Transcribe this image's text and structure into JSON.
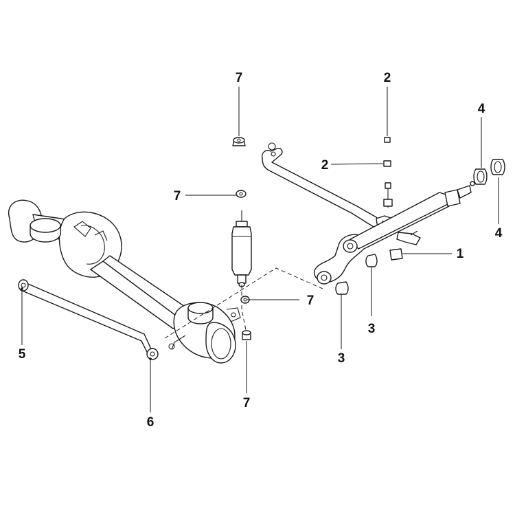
{
  "callouts": [
    {
      "id": "c-7-top",
      "label": "7"
    },
    {
      "id": "c-2-top",
      "label": "2"
    },
    {
      "id": "c-2-mid",
      "label": "2"
    },
    {
      "id": "c-4-top",
      "label": "4"
    },
    {
      "id": "c-7-left",
      "label": "7"
    },
    {
      "id": "c-4-right",
      "label": "4"
    },
    {
      "id": "c-1",
      "label": "1"
    },
    {
      "id": "c-7-mid",
      "label": "7"
    },
    {
      "id": "c-3-right",
      "label": "3"
    },
    {
      "id": "c-5",
      "label": "5"
    },
    {
      "id": "c-3-left",
      "label": "3"
    },
    {
      "id": "c-7-bottom",
      "label": "7"
    },
    {
      "id": "c-6",
      "label": "6"
    }
  ]
}
